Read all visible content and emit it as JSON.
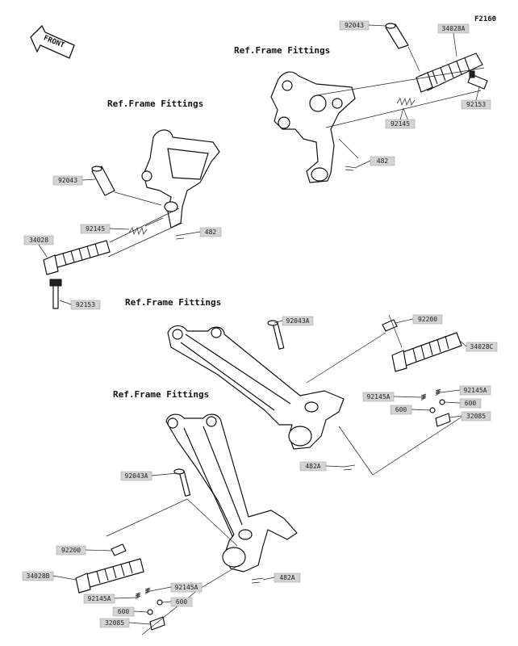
{
  "figure_code": "F2160",
  "front_mark": "FRONT",
  "ref_label": "Ref.Frame Fittings",
  "parts": {
    "p92043_tr": "92043",
    "p34028A": "34028A",
    "p92153_tr": "92153",
    "p92145_tr": "92145",
    "p482_tr": "482",
    "p92043_l": "92043",
    "p92145_l": "92145",
    "p482_l": "482",
    "p34028": "34028",
    "p92153_l": "92153",
    "p92043A_m": "92043A",
    "p92200_r": "92200",
    "p34028C": "34028C",
    "p92145A_r": "92145A",
    "p92145A_m": "92145A",
    "p600_r": "600",
    "p600_m": "600",
    "p32085_r": "32085",
    "p482A_m": "482A",
    "p92043A_b": "92043A",
    "p92200_b": "92200",
    "p34028B": "34028B",
    "p92145A_b1": "92145A",
    "p92145A_b2": "92145A",
    "p600_b1": "600",
    "p600_b2": "600",
    "p32085_b": "32085",
    "p482A_b": "482A"
  }
}
